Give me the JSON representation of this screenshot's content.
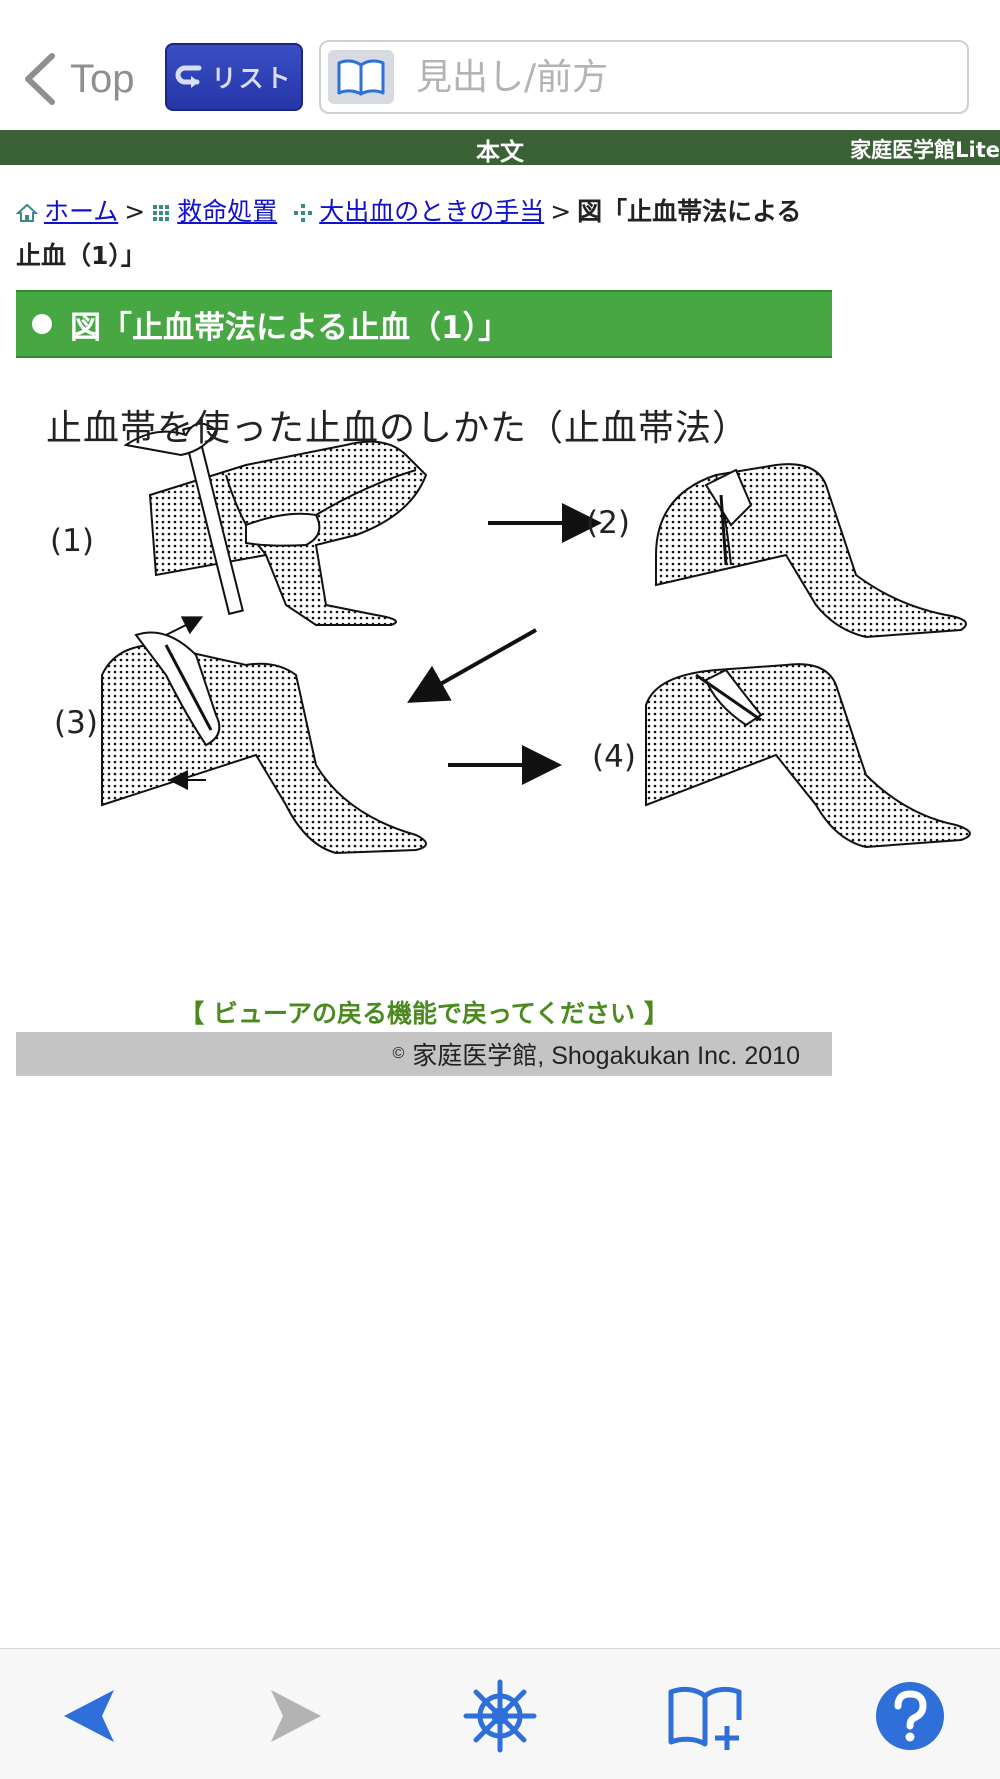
{
  "nav": {
    "back_label": "Top",
    "list_label": "リスト",
    "search_placeholder": "見出し/前方"
  },
  "strip": {
    "title": "本文",
    "app_name": "家庭医学館Lite"
  },
  "breadcrumb": {
    "items": [
      "ホーム",
      "救命処置",
      "大出血のときの手当"
    ],
    "separator": ">",
    "current": "図「止血帯法による止血（1）」"
  },
  "heading": "図「止血帯法による止血（1）」",
  "figure": {
    "caption": "止血帯を使った止血のしかた（止血帯法）",
    "steps": [
      "(1)",
      "(2)",
      "(3)",
      "(4)"
    ]
  },
  "viewer_note": "【 ビューアの戻る機能で戻ってください 】",
  "copyright": {
    "symbol": "©",
    "text": "家庭医学館, Shogakukan Inc. 2010"
  },
  "toolbar": {
    "icons": [
      "back-arrow-icon",
      "forward-arrow-icon",
      "helm-icon",
      "book-add-icon",
      "help-icon"
    ]
  },
  "colors": {
    "strip_green": "#3a6136",
    "heading_green": "#47a843",
    "link_blue": "#1111cc",
    "toolbar_blue": "#2f6fd9",
    "note_green": "#4a8a1e"
  }
}
